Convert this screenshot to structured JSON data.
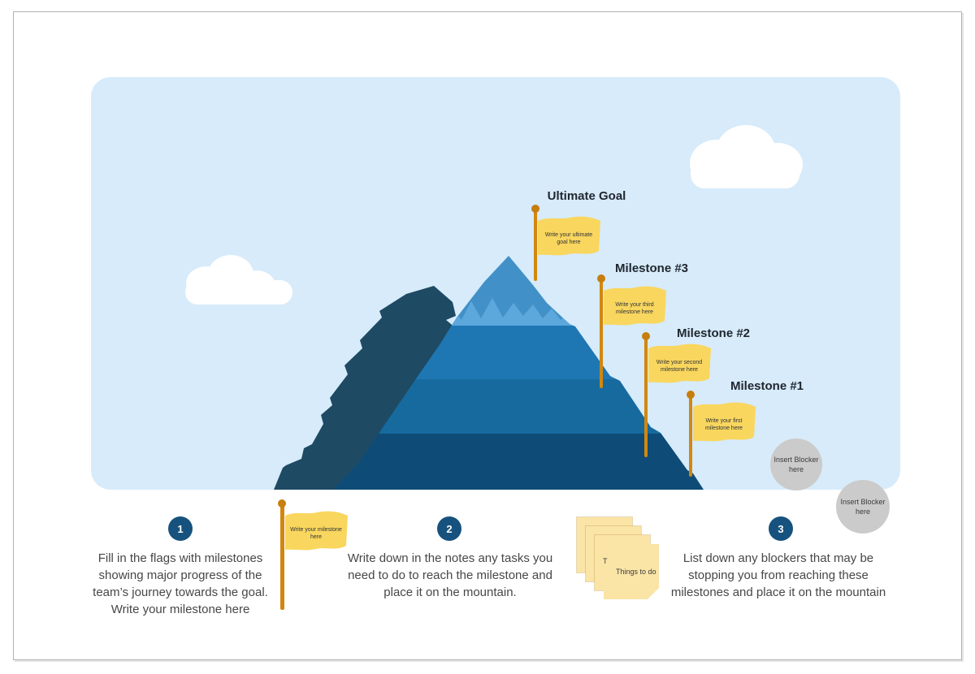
{
  "canvas": {
    "background": "#ffffff",
    "frame_border": "#b2b2b2"
  },
  "sky": {
    "color": "#D7EBFA"
  },
  "mountain": {
    "colors": {
      "back_ridge": "#1E4A63",
      "peak": "#4191C8",
      "snow_zigzag": "#5CA7DC",
      "band_upper": "#1E77B3",
      "band_middle": "#166A9E",
      "band_lower": "#0E4C77",
      "flag_yellow": "#F9D65E",
      "pole_orange": "#D2870F"
    }
  },
  "flags": [
    {
      "title": "Ultimate Goal",
      "label": "Write your ultimate goal here"
    },
    {
      "title": "Milestone #3",
      "label": "Write your third milestone here"
    },
    {
      "title": "Milestone #2",
      "label": "Write your second milestone here"
    },
    {
      "title": "Milestone #1",
      "label": "Write your first milestone here"
    }
  ],
  "blockers": [
    {
      "label": "Insert Blocker here"
    },
    {
      "label": "Insert Blocker here"
    }
  ],
  "legend": {
    "example_flag_label": "Write your milestone here",
    "steps": [
      {
        "num": "1",
        "text": "Fill in the flags with milestones showing major progress of the team’s journey towards the goal. Write your milestone here"
      },
      {
        "num": "2",
        "text": "Write down in the notes any tasks you need to do to reach the milestone and place it on the mountain."
      },
      {
        "num": "3",
        "text": "List down any blockers that may be stopping you from reaching these milestones and place it on the mountain"
      }
    ],
    "sticky_note": {
      "short_label": "T",
      "label": "Things to do"
    }
  }
}
